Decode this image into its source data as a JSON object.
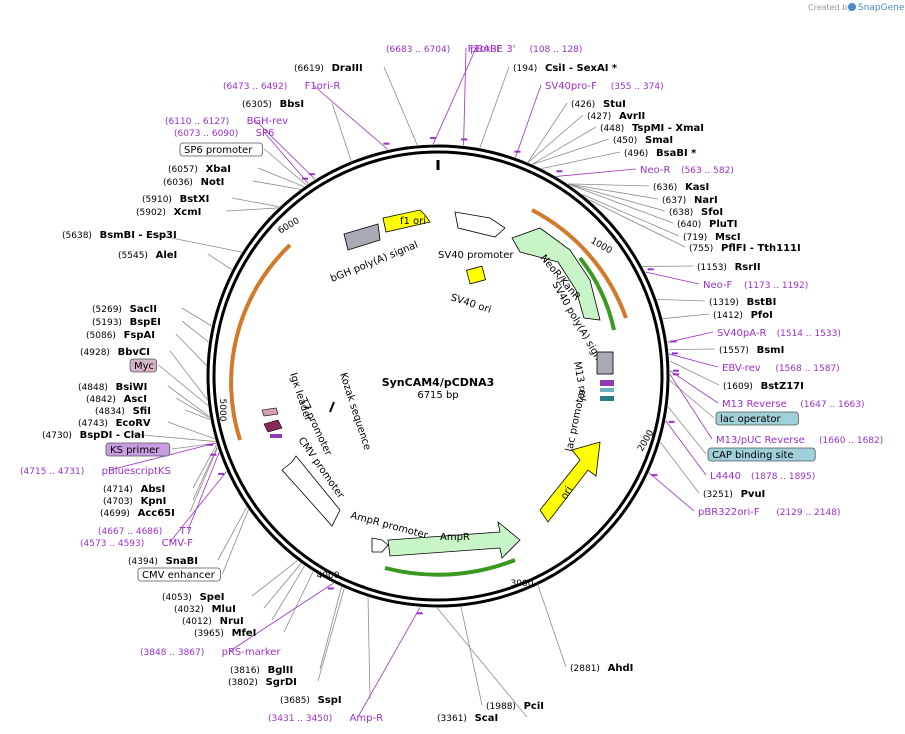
{
  "plasmid": {
    "name": "SynCAM4/pCDNA3",
    "length_label": "6715 bp",
    "total_bp": 6715
  },
  "credit": {
    "prefix": "Created by",
    "brand": "SnapGene"
  },
  "ticks": [
    "1000",
    "2000",
    "3000",
    "4000",
    "5000",
    "6000"
  ],
  "sites": [
    {
      "name": "DraIII",
      "pos": "(6619)"
    },
    {
      "name": "BbsI",
      "pos": "(6305)"
    },
    {
      "name": "XbaI",
      "pos": "(6057)"
    },
    {
      "name": "NotI",
      "pos": "(6036)"
    },
    {
      "name": "BstXI",
      "pos": "(5910)"
    },
    {
      "name": "XcmI",
      "pos": "(5902)"
    },
    {
      "name": "BsmBI   - Esp3I",
      "pos": "(5638)"
    },
    {
      "name": "AleI",
      "pos": "(5545)"
    },
    {
      "name": "SacII",
      "pos": "(5269)"
    },
    {
      "name": "BspEI",
      "pos": "(5193)"
    },
    {
      "name": "FspAI",
      "pos": "(5086)"
    },
    {
      "name": "BbvCI",
      "pos": "(4928)"
    },
    {
      "name": "BsiWI",
      "pos": "(4848)"
    },
    {
      "name": "AscI",
      "pos": "(4842)"
    },
    {
      "name": "SfiI",
      "pos": "(4834)"
    },
    {
      "name": "EcoRV",
      "pos": "(4743)"
    },
    {
      "name": "BspDI   - ClaI",
      "pos": "(4730)"
    },
    {
      "name": "AbsI",
      "pos": "(4714)"
    },
    {
      "name": "KpnI",
      "pos": "(4703)"
    },
    {
      "name": "Acc65I",
      "pos": "(4699)"
    },
    {
      "name": "SnaBI",
      "pos": "(4394)"
    },
    {
      "name": "SpeI",
      "pos": "(4053)"
    },
    {
      "name": "MluI",
      "pos": "(4032)"
    },
    {
      "name": "NruI",
      "pos": "(4012)"
    },
    {
      "name": "MfeI",
      "pos": "(3965)"
    },
    {
      "name": "BglII",
      "pos": "(3816)"
    },
    {
      "name": "SgrDI",
      "pos": "(3802)"
    },
    {
      "name": "SspI",
      "pos": "(3685)"
    },
    {
      "name": "ScaI",
      "pos": "(3361)"
    },
    {
      "name": "PvuI",
      "pos": "(3251)"
    },
    {
      "name": "AhdI",
      "pos": "(2881)"
    },
    {
      "name": "PciI",
      "pos": "(1988)"
    },
    {
      "name": "BstZ17I",
      "pos": "(1609)"
    },
    {
      "name": "BsmI",
      "pos": "(1557)"
    },
    {
      "name": "PfoI",
      "pos": "(1412)"
    },
    {
      "name": "BstBI",
      "pos": "(1319)"
    },
    {
      "name": "RsrII",
      "pos": "(1153)"
    },
    {
      "name": "PflFI   - Tth111I",
      "pos": "(755)"
    },
    {
      "name": "MscI",
      "pos": "(719)"
    },
    {
      "name": "PluTI",
      "pos": "(640)"
    },
    {
      "name": "SfoI",
      "pos": "(638)"
    },
    {
      "name": "NarI",
      "pos": "(637)"
    },
    {
      "name": "KasI",
      "pos": "(636)"
    },
    {
      "name": "BsaBI  *",
      "pos": "(496)"
    },
    {
      "name": "SmaI",
      "pos": "(450)"
    },
    {
      "name": "TspMI   - XmaI",
      "pos": "(448)"
    },
    {
      "name": "AvrII",
      "pos": "(427)"
    },
    {
      "name": "StuI",
      "pos": "(426)"
    },
    {
      "name": "CsiI   - SexAI  *",
      "pos": "(194)"
    }
  ],
  "primers": [
    {
      "name": "F1ori-F",
      "pos": "(6683 .. 6704)"
    },
    {
      "name": "pBABE 3'",
      "pos": "(108 .. 128)"
    },
    {
      "name": "SV40pro-F",
      "pos": "(355 .. 374)"
    },
    {
      "name": "F1ori-R",
      "pos": "(6473 .. 6492)"
    },
    {
      "name": "BGH-rev",
      "pos": "(6110 .. 6127)"
    },
    {
      "name": "SP6",
      "pos": "(6073 .. 6090)"
    },
    {
      "name": "Neo-R",
      "pos": "(563 .. 582)"
    },
    {
      "name": "Neo-F",
      "pos": "(1173 .. 1192)"
    },
    {
      "name": "SV40pA-R",
      "pos": "(1514 .. 1533)"
    },
    {
      "name": "EBV-rev",
      "pos": "(1568 .. 1587)"
    },
    {
      "name": "M13 Reverse",
      "pos": "(1647 .. 1663)"
    },
    {
      "name": "M13/pUC Reverse",
      "pos": "(1660 .. 1682)"
    },
    {
      "name": "L4440",
      "pos": "(1878 .. 1895)"
    },
    {
      "name": "pBR322ori-F",
      "pos": "(2129 .. 2148)"
    },
    {
      "name": "pBluescriptKS",
      "pos": "(4715 .. 4731)"
    },
    {
      "name": "T7",
      "pos": "(4667 .. 4686)"
    },
    {
      "name": "CMV-F",
      "pos": "(4573 .. 4593)"
    },
    {
      "name": "pRS-marker",
      "pos": "(3848 .. 3867)"
    },
    {
      "name": "Amp-R",
      "pos": "(3431 .. 3450)"
    }
  ],
  "boxed_labels": [
    "SP6 promoter",
    "Myc",
    "KS primer",
    "CMV enhancer",
    "lac operator",
    "CAP binding site"
  ],
  "features": [
    "f1 ori",
    "SV40 promoter",
    "bGH poly(A) signal",
    "SV40 ori",
    "NeoR/KanR",
    "SV40 poly(A) signal",
    "M13 rev",
    "lac promoter",
    "ori",
    "AmpR",
    "AmpR promoter",
    "CMV promoter",
    "T7 promoter",
    "Igκ leader",
    "Kozak sequence"
  ],
  "colors": {
    "enzyme": "#000000",
    "primer": "#9b30c8",
    "f1ori": "#ffff00",
    "neo": "#c8f5c8",
    "ori": "#ffff00",
    "amp": "#c8f5c8",
    "arc_orange": "#d4782a",
    "arc_green": "#3a9a20",
    "myc_box": "#d7b3c8",
    "ks_box": "#c89ce0",
    "lac_box": "#9fcfd8",
    "cap_box": "#9fcfd8"
  }
}
